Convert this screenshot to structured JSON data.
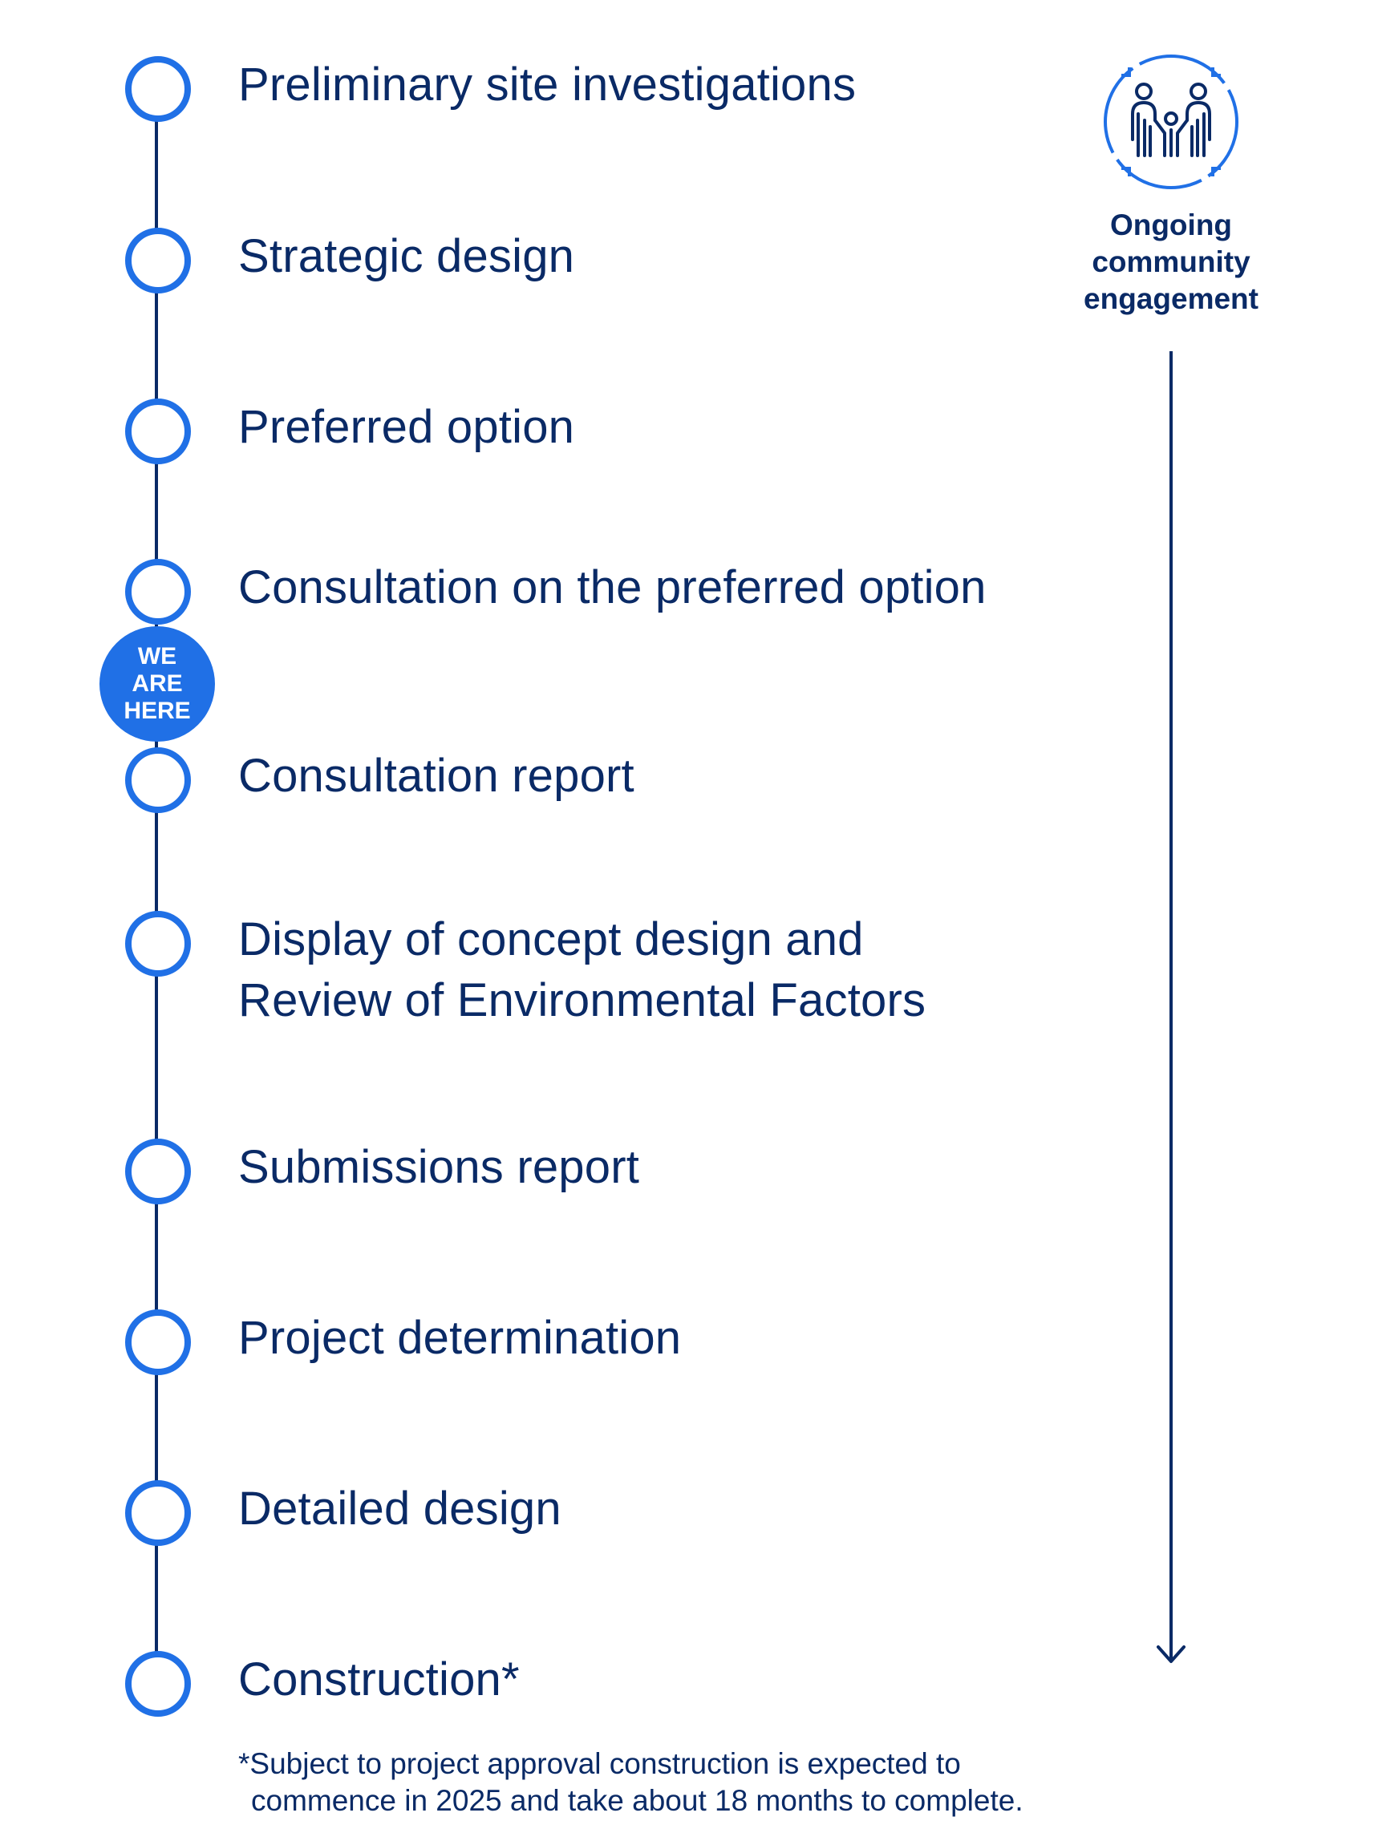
{
  "steps": [
    {
      "lines": [
        "Preliminary site investigations"
      ]
    },
    {
      "lines": [
        "Strategic design"
      ]
    },
    {
      "lines": [
        "Preferred option"
      ]
    },
    {
      "lines": [
        "Consultation on the preferred option"
      ]
    },
    {
      "lines": [
        "Consultation report"
      ]
    },
    {
      "lines": [
        "Display of concept design and",
        "Review of Environmental Factors"
      ]
    },
    {
      "lines": [
        "Submissions report"
      ]
    },
    {
      "lines": [
        "Project determination"
      ]
    },
    {
      "lines": [
        "Detailed design"
      ]
    },
    {
      "lines": [
        "Construction*"
      ]
    }
  ],
  "marker": {
    "lines": [
      "WE",
      "ARE",
      "HERE"
    ]
  },
  "engagement": {
    "icon": "community-people-icon",
    "lines": [
      "Ongoing",
      "community",
      "engagement"
    ]
  },
  "footnote": {
    "lines": [
      "*Subject to project approval construction is expected to",
      "commence in 2025 and take about 18 months to complete."
    ]
  },
  "colors": {
    "primary_blue": "#2070e6",
    "navy": "#0a2a66",
    "background": "#ffffff"
  }
}
